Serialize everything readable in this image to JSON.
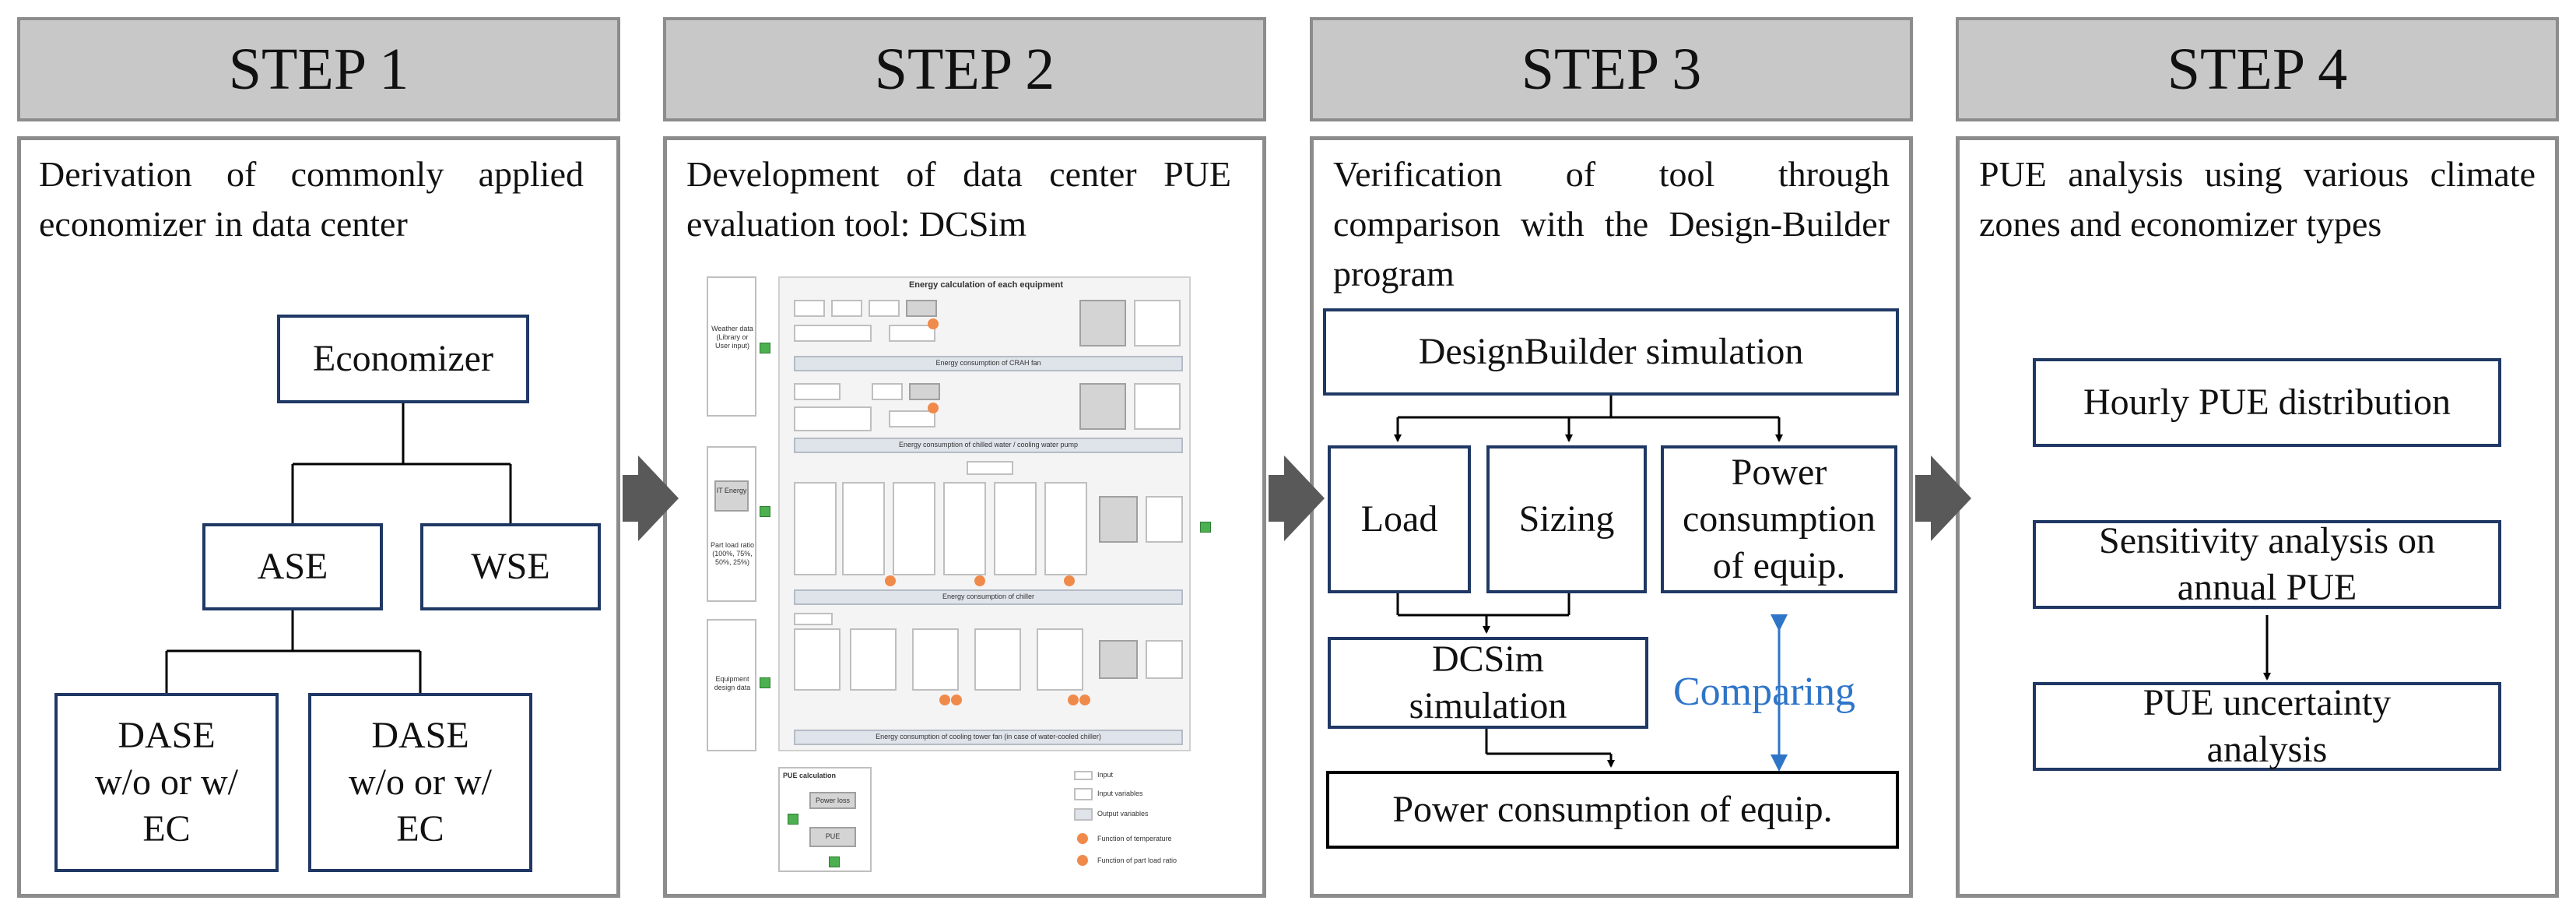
{
  "steps": [
    {
      "title": "STEP 1",
      "description": "Derivation of commonly applied economizer in data center"
    },
    {
      "title": "STEP 2",
      "description": "Development of data center PUE evaluation tool: DCSim"
    },
    {
      "title": "STEP 3",
      "description": "Verification of tool through comparison with the Design-Builder program"
    },
    {
      "title": "STEP 4",
      "description": "PUE analysis using various climate zones and economizer types"
    }
  ],
  "step1": {
    "root": "Economizer",
    "ase": "ASE",
    "wse": "WSE",
    "dase_left": [
      "DASE",
      "w/o or w/",
      "EC"
    ],
    "dase_right": [
      "DASE",
      "w/o or w/",
      "EC"
    ]
  },
  "step2": {
    "tool_title": "Energy calculation of each equipment",
    "inputs": [
      "Weather data (Library or User input)",
      "IT Energy",
      "Part load ratio (100%, 75%, 50%, 25%)",
      "Equipment design data"
    ],
    "bands": [
      "Energy consumption of CRAH fan",
      "Energy consumption of chilled water / cooling water pump",
      "Energy consumption of chiller",
      "Energy consumption of cooling tower fan (in case of water-cooled chiller)"
    ],
    "pue_block": {
      "title": "PUE calculation",
      "inner_top": "Power loss",
      "inner": "PUE"
    },
    "legend": [
      "Input",
      "Input variables",
      "Output variables",
      "Function of temperature",
      "Function of part load ratio"
    ]
  },
  "step3": {
    "top": "DesignBuilder simulation",
    "load": "Load",
    "sizing": "Sizing",
    "power_right": [
      "Power",
      "consumption",
      "of equip."
    ],
    "dcsim": [
      "DCSim",
      "simulation"
    ],
    "comparing": "Comparing",
    "bottom": "Power consumption of equip.",
    "comparing_color": "#2e75c8"
  },
  "step4": {
    "box1": "Hourly PUE distribution",
    "box2": [
      "Sensitivity analysis on",
      "annual PUE"
    ],
    "box3": [
      "PUE uncertainty",
      "analysis"
    ]
  }
}
